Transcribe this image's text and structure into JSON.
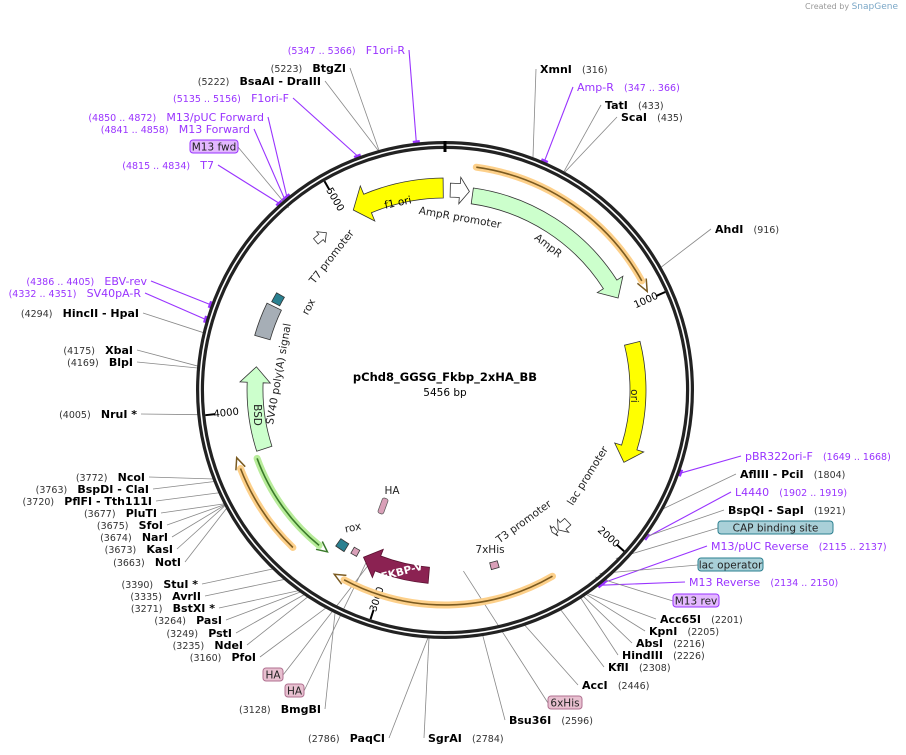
{
  "credit": {
    "prefix": "Created by",
    "brand": "SnapGene"
  },
  "plasmid": {
    "name": "pChd8_GGSG_Fkbp_2xHA_BB",
    "length_label": "5456 bp",
    "length": 5456
  },
  "ticks": [
    "1000",
    "2000",
    "3000",
    "4000",
    "5000"
  ],
  "features": [
    {
      "name": "f1 ori",
      "color": "#ffff00",
      "label": "f1 ori"
    },
    {
      "name": "AmpR promoter",
      "color": "#ffffff",
      "label": "AmpR promoter"
    },
    {
      "name": "AmpR",
      "color": "#ccffcc",
      "label": "AmpR"
    },
    {
      "name": "ori",
      "color": "#ffff00",
      "label": "ori"
    },
    {
      "name": "lac promoter",
      "color": "#ffffff",
      "label": "lac promoter"
    },
    {
      "name": "T3 promoter",
      "color": "#ffffff",
      "label": "T3 promoter"
    },
    {
      "name": "7xHis",
      "color": "#d9a0b8",
      "label": "7xHis"
    },
    {
      "name": "HA",
      "color": "#d9a0b8",
      "label": "HA"
    },
    {
      "name": "rox",
      "color": "#2a8090",
      "label": "rox"
    },
    {
      "name": "FKBP-V",
      "color": "#8b2252",
      "label": "FKBP-V"
    },
    {
      "name": "BSD",
      "color": "#ccffcc",
      "label": "BSD"
    },
    {
      "name": "SV40 poly(A) signal",
      "color": "#a6aeb6",
      "label": "SV40 poly(A) signal"
    },
    {
      "name": "rox",
      "color": "#2a8090",
      "label": "rox"
    },
    {
      "name": "T7 promoter",
      "color": "#ffffff",
      "label": "T7 promoter"
    }
  ],
  "sites": [
    {
      "type": "primer",
      "name": "F1ori-R",
      "pos": 5356,
      "pos_label": "(5347 .. 5366)"
    },
    {
      "type": "enzyme",
      "name": "BtgZI",
      "pos": 5223,
      "pos_label": "(5223)"
    },
    {
      "type": "enzyme",
      "name": "BsaAI   - DraIII",
      "pos": 5222,
      "pos_label": "(5222)"
    },
    {
      "type": "primer",
      "name": "F1ori-F",
      "pos": 5145,
      "pos_label": "(5135 .. 5156)"
    },
    {
      "type": "primer",
      "name": "M13/pUC Forward",
      "pos": 4861,
      "pos_label": "(4850 .. 4872)"
    },
    {
      "type": "primer",
      "name": "M13 Forward",
      "pos": 4850,
      "pos_label": "(4841 .. 4858)"
    },
    {
      "type": "primer",
      "name": "T7",
      "pos": 4825,
      "pos_label": "(4815 .. 4834)"
    },
    {
      "type": "enzyme",
      "name": "XmnI",
      "pos": 316,
      "pos_label": "(316)"
    },
    {
      "type": "primer",
      "name": "Amp-R",
      "pos": 356,
      "pos_label": "(347 .. 366)"
    },
    {
      "type": "enzyme",
      "name": "TatI",
      "pos": 433,
      "pos_label": "(433)"
    },
    {
      "type": "enzyme",
      "name": "ScaI",
      "pos": 435,
      "pos_label": "(435)"
    },
    {
      "type": "enzyme",
      "name": "AhdI",
      "pos": 916,
      "pos_label": "(916)"
    },
    {
      "type": "primer",
      "name": "pBR322ori-F",
      "pos": 1658,
      "pos_label": "(1649 .. 1668)"
    },
    {
      "type": "enzyme",
      "name": "AflIII   - PciI",
      "pos": 1804,
      "pos_label": "(1804)"
    },
    {
      "type": "primer",
      "name": "L4440",
      "pos": 1910,
      "pos_label": "(1902 .. 1919)"
    },
    {
      "type": "enzyme",
      "name": "BspQI   - SapI",
      "pos": 1921,
      "pos_label": "(1921)"
    },
    {
      "type": "primer",
      "name": "M13/pUC Reverse",
      "pos": 2126,
      "pos_label": "(2115 .. 2137)"
    },
    {
      "type": "primer",
      "name": "M13 Reverse",
      "pos": 2142,
      "pos_label": "(2134 .. 2150)"
    },
    {
      "type": "enzyme",
      "name": "Acc65I",
      "pos": 2201,
      "pos_label": "(2201)"
    },
    {
      "type": "enzyme",
      "name": "KpnI",
      "pos": 2205,
      "pos_label": "(2205)"
    },
    {
      "type": "enzyme",
      "name": "AbsI",
      "pos": 2216,
      "pos_label": "(2216)"
    },
    {
      "type": "enzyme",
      "name": "HindIII",
      "pos": 2226,
      "pos_label": "(2226)"
    },
    {
      "type": "enzyme",
      "name": "KflI",
      "pos": 2308,
      "pos_label": "(2308)"
    },
    {
      "type": "enzyme",
      "name": "AccI",
      "pos": 2446,
      "pos_label": "(2446)"
    },
    {
      "type": "enzyme",
      "name": "Bsu36I",
      "pos": 2596,
      "pos_label": "(2596)"
    },
    {
      "type": "enzyme",
      "name": "SgrAI",
      "pos": 2784,
      "pos_label": "(2784)"
    },
    {
      "type": "enzyme",
      "name": "PaqCI",
      "pos": 2786,
      "pos_label": "(2786)"
    },
    {
      "type": "enzyme",
      "name": "BmgBI",
      "pos": 3128,
      "pos_label": "(3128)"
    },
    {
      "type": "enzyme",
      "name": "PfoI",
      "pos": 3160,
      "pos_label": "(3160)"
    },
    {
      "type": "enzyme",
      "name": "NdeI",
      "pos": 3235,
      "pos_label": "(3235)"
    },
    {
      "type": "enzyme",
      "name": "PstI",
      "pos": 3249,
      "pos_label": "(3249)"
    },
    {
      "type": "enzyme",
      "name": "PasI",
      "pos": 3264,
      "pos_label": "(3264)"
    },
    {
      "type": "enzyme",
      "name": "BstXI  *",
      "pos": 3271,
      "pos_label": "(3271)"
    },
    {
      "type": "enzyme",
      "name": "AvrII",
      "pos": 3335,
      "pos_label": "(3335)"
    },
    {
      "type": "enzyme",
      "name": "StuI  *",
      "pos": 3390,
      "pos_label": "(3390)"
    },
    {
      "type": "enzyme",
      "name": "NotI",
      "pos": 3663,
      "pos_label": "(3663)"
    },
    {
      "type": "enzyme",
      "name": "KasI",
      "pos": 3673,
      "pos_label": "(3673)"
    },
    {
      "type": "enzyme",
      "name": "NarI",
      "pos": 3674,
      "pos_label": "(3674)"
    },
    {
      "type": "enzyme",
      "name": "SfoI",
      "pos": 3675,
      "pos_label": "(3675)"
    },
    {
      "type": "enzyme",
      "name": "PluTI",
      "pos": 3677,
      "pos_label": "(3677)"
    },
    {
      "type": "enzyme",
      "name": "PflFI   - Tth111I",
      "pos": 3720,
      "pos_label": "(3720)"
    },
    {
      "type": "enzyme",
      "name": "BspDI   - ClaI",
      "pos": 3763,
      "pos_label": "(3763)"
    },
    {
      "type": "enzyme",
      "name": "NcoI",
      "pos": 3772,
      "pos_label": "(3772)"
    },
    {
      "type": "enzyme",
      "name": "NruI  *",
      "pos": 4005,
      "pos_label": "(4005)"
    },
    {
      "type": "enzyme",
      "name": "BlpI",
      "pos": 4169,
      "pos_label": "(4169)"
    },
    {
      "type": "enzyme",
      "name": "XbaI",
      "pos": 4175,
      "pos_label": "(4175)"
    },
    {
      "type": "enzyme",
      "name": "HincII   - HpaI",
      "pos": 4294,
      "pos_label": "(4294)"
    },
    {
      "type": "primer",
      "name": "SV40pA-R",
      "pos": 4341,
      "pos_label": "(4332 .. 4351)"
    },
    {
      "type": "primer",
      "name": "EBV-rev",
      "pos": 4395,
      "pos_label": "(4386 .. 4405)"
    }
  ],
  "boxes": [
    {
      "label": "M13 fwd",
      "pos": 4840,
      "fill": "#e3b8ff",
      "border": "#9933ff"
    },
    {
      "label": "CAP binding site",
      "pos": 2040,
      "fill": "#a9d0d8",
      "border": "#2a7f8f"
    },
    {
      "label": "lac operator",
      "pos": 2120,
      "fill": "#a9d0d8",
      "border": "#2a7f8f"
    },
    {
      "label": "M13 rev",
      "pos": 2140,
      "fill": "#e3b8ff",
      "border": "#9933ff"
    },
    {
      "label": "6xHis",
      "pos": 2640,
      "fill": "#e8c0d0",
      "border": "#b07090"
    },
    {
      "label": "HA",
      "pos": 3080,
      "fill": "#e8c0d0",
      "border": "#b07090"
    },
    {
      "label": "HA",
      "pos": 3100,
      "fill": "#e8c0d0",
      "border": "#b07090"
    }
  ]
}
